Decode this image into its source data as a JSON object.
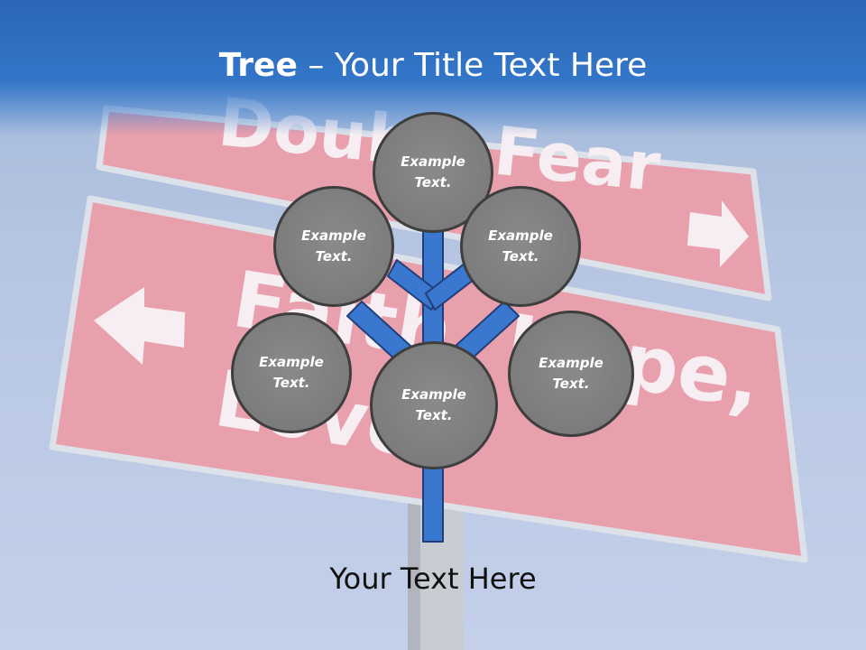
{
  "title": {
    "bold": "Tree",
    "rest": " – Your Title Text Here"
  },
  "background_sign_text": {
    "top_sign": "Doubt, Fear",
    "bottom_sign_line1": "Faith, Hope,",
    "bottom_sign_line2": "Love"
  },
  "nodes": [
    {
      "line1": "Example",
      "line2": "Text."
    },
    {
      "line1": "Example",
      "line2": "Text."
    },
    {
      "line1": "Example",
      "line2": "Text."
    },
    {
      "line1": "Example",
      "line2": "Text."
    },
    {
      "line1": "Example",
      "line2": "Text."
    },
    {
      "line1": "Example",
      "line2": "Text."
    }
  ],
  "caption": "Your Text Here",
  "colors": {
    "header": "#3376c9",
    "trunk": "#3a78cf",
    "node": "#7f7f7f",
    "node_border": "#3e3e3e",
    "sign": "#e9a0ad"
  }
}
